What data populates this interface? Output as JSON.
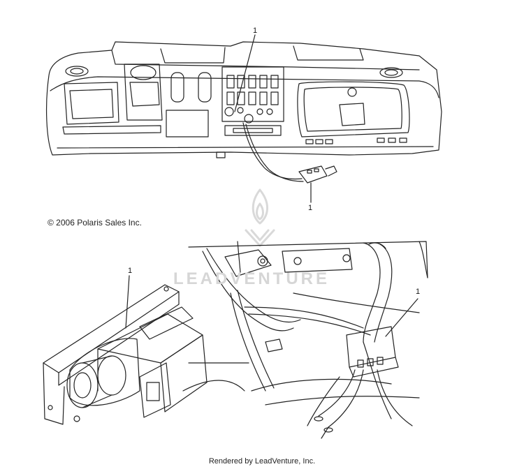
{
  "callouts": {
    "dash_top": "1",
    "switch": "1",
    "winch": "1",
    "relay": "1"
  },
  "copyright": "© 2006 Polaris Sales Inc.",
  "footer": "Rendered by LeadVenture, Inc.",
  "watermark": "LEADVENTURE",
  "colors": {
    "line": "#222222",
    "watermark": "#d6d6d6"
  }
}
